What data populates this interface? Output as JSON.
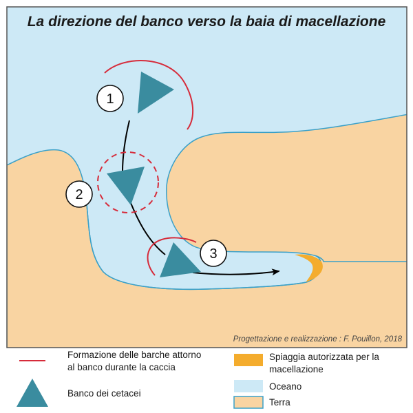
{
  "title": "La direzione del banco verso la baia di macellazione",
  "credit": "Progettazione e realizzazione : F. Pouillon, 2018",
  "steps": [
    "1",
    "2",
    "3"
  ],
  "legend": {
    "boats_line1": "Formazione delle barche attorno",
    "boats_line2": "al banco durante la caccia",
    "pod": "Banco dei cetacei",
    "beach_line1": "Spiaggia autorizzata per la",
    "beach_line2": "macellazione",
    "ocean": "Oceano",
    "land": "Terra"
  },
  "colors": {
    "ocean": "#cde9f6",
    "land": "#f9d4a2",
    "coastline": "#3aa0c8",
    "beach": "#f4ac2d",
    "boats": "#d62b3a",
    "pod": "#3a8c9f",
    "frame": "#555555",
    "path": "#000000"
  },
  "icons": {
    "boats": "red-arc-line",
    "pod": "teal-triangle",
    "beach": "orange-swatch",
    "ocean": "light-blue-swatch",
    "land": "beige-swatch-blue-border"
  }
}
